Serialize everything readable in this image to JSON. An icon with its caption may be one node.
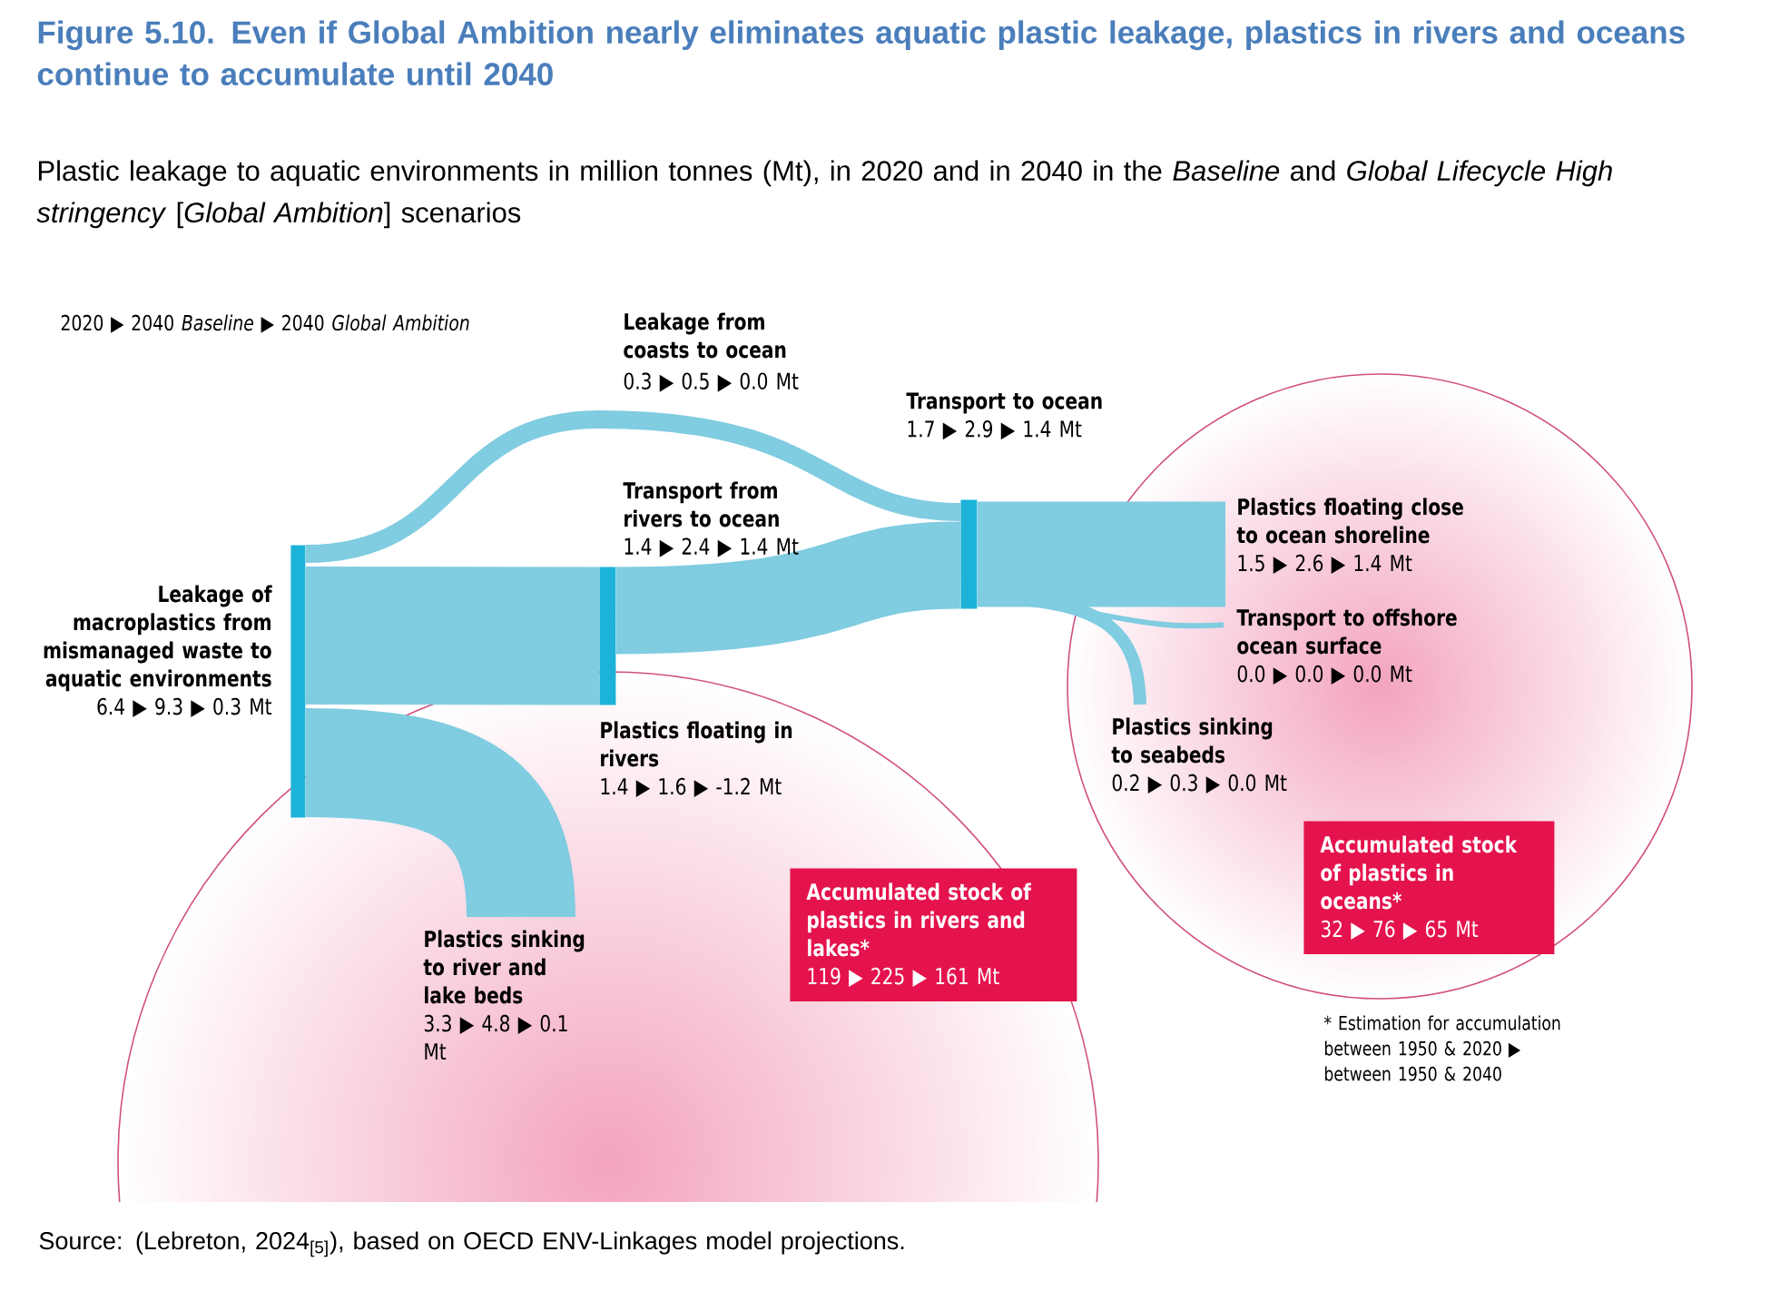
{
  "diagram": {
    "title": "Figure 5.10. Even if Global Ambition nearly eliminates aquatic plastic leakage, plastics in rivers and oceans continue to accumulate until 2040",
    "caption": "Plastic leakage to aquatic environments in million tonnes (Mt), in 2020 and in 2040 in the *Baseline* and *Global Lifecycle High stringency* [*Global Ambition*] scenarios",
    "nodes": [
      {
        "text": [
          "Leakage of macroplastics from mismanaged waste to aquatic environments",
          "6.4 ▶ 9.3 ▶ 0.3 Mt"
        ]
      },
      {
        "text": [
          "Plastics floating in rivers",
          "1.4 ▶ 1.6 ▶ -1.2 Mt"
        ]
      },
      {
        "text": [
          "Transport to ocean",
          "1.7 ▶ 2.9 ▶ 1.4 Mt"
        ]
      },
      {
        "text": [],
        "shape": "circle"
      },
      {
        "text": [
          "Plastics sinking to river and lake beds",
          "3.3 ▶ 4.8 ▶ 0.1 Mt"
        ],
        "in": 3
      },
      {
        "text": [
          "Accumulated stock of plastics in rivers and lakes*",
          "119 ▶ 225 ▶ 161 Mt"
        ],
        "in": 3
      },
      {
        "text": [],
        "shape": "circle"
      },
      {
        "text": [
          "Plastics floating close to ocean shoreline",
          "1.5 ▶ 2.6 ▶ 1.4 Mt"
        ],
        "in": 6
      },
      {
        "text": [
          "Transport to offshore ocean surface",
          "0.0 ▶ 0.0 ▶ 0.0 Mt"
        ],
        "in": 6
      },
      {
        "text": [
          "Plastics sinking to seabeds",
          "0.2 ▶ 0.3 ▶ 0.0 Mt"
        ],
        "in": 6
      },
      {
        "text": [
          "Accumulated stock of plastics in oceans*",
          "32 ▶ 76 ▶ 65 Mt"
        ],
        "in": 6
      }
    ],
    "edges": [
      {
        "from": 0,
        "to": 2,
        "arrow": "none",
        "label": "Leakage from coasts to ocean"
      },
      {
        "from": 0,
        "to": 1,
        "arrow": "none"
      },
      {
        "from": 0,
        "to": 4,
        "arrow": "none"
      },
      {
        "from": 1,
        "to": 2,
        "arrow": "none",
        "label": "Transport from rivers to ocean"
      },
      {
        "from": 2,
        "to": 7,
        "arrow": "none"
      },
      {
        "from": 2,
        "to": 8,
        "arrow": "none"
      },
      {
        "from": 2,
        "to": 9,
        "arrow": "none"
      }
    ],
    "labels": [
      "2020 ▶ 2040 *Baseline* ▶ 2040 *Global Ambition*",
      "0.3 ▶ 0.5 ▶ 0.0 Mt",
      "1.4 ▶ 2.4 ▶ 1.4 Mt",
      "* Estimation for accumulation between 1950 & 2020 ▶ between 1950 & 2040",
      "Source: (Lebreton, 2024$_{[5]}$), based on OECD ENV-Linkages model projections."
    ]
  }
}
